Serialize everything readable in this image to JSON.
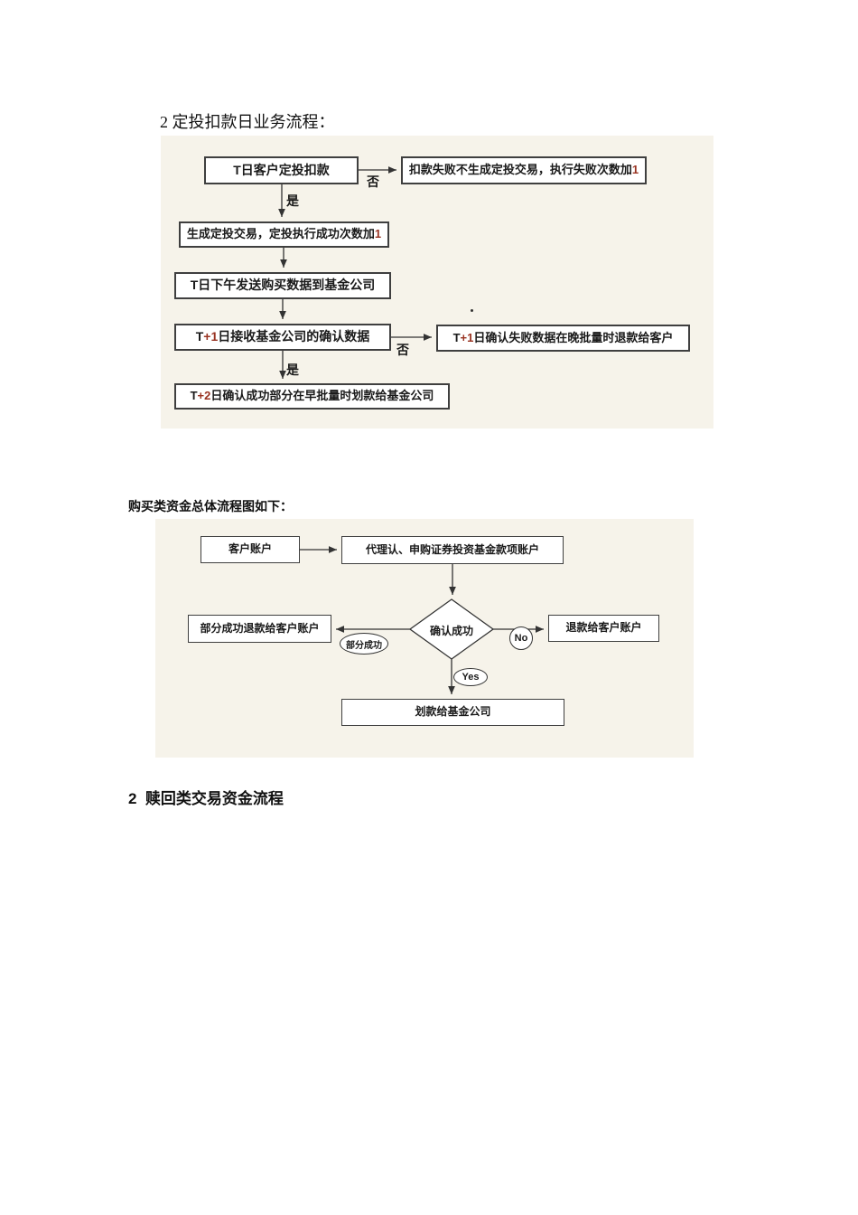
{
  "colors": {
    "page_bg": "#ffffff",
    "panel_bg": "#f6f3ea",
    "box_border": "#3f3f3f",
    "line": "#333333",
    "text": "#1a1a1a",
    "digit_accent": "#993322"
  },
  "headings": {
    "h1": "2 定投扣款日业务流程：",
    "h2": "购买类资金总体流程图如下：",
    "h3": "2  赎回类交易资金流程"
  },
  "flow1": {
    "boxes": {
      "deduct": "T日客户定投扣款",
      "fail": "扣款失败不生成定投交易，执行失败次数加1",
      "generate": "生成定投交易，定投执行成功次数加1",
      "send": "T日下午发送购买数据到基金公司",
      "receive": "T+1日接收基金公司的确认数据",
      "refund": "T+1日确认失败数据在晚批量时退款给客户",
      "transfer": "T+2日确认成功部分在早批量时划款给基金公司"
    },
    "labels": {
      "no1": "否",
      "yes1": "是",
      "no2": "否",
      "yes2": "是"
    },
    "stray_dot": ""
  },
  "flow2": {
    "boxes": {
      "customer": "客户账户",
      "agency": "代理认、申购证券投资基金款项账户",
      "partial_refund": "部分成功退款给客户账户",
      "refund": "退款给客户账户",
      "transfer": "划款给基金公司"
    },
    "diamond": "确认成功",
    "ellipses": {
      "partial": "部分成功",
      "no": "No",
      "yes": "Yes"
    }
  }
}
